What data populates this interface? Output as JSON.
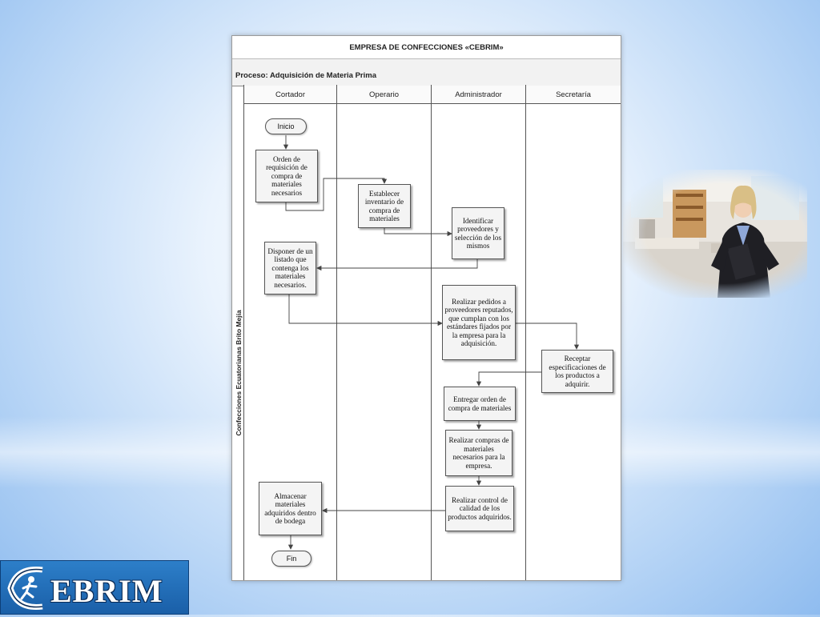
{
  "document": {
    "title": "EMPRESA DE CONFECCIONES «CEBRIM»",
    "process": "Proceso: Adquisición de Materia Prima",
    "pool": "Confecciones Ecuatorianas Brito Mejía",
    "lanes": [
      "Cortador",
      "Operario",
      "Administrador",
      "Secretaría"
    ],
    "nodes": {
      "inicio": "Inicio",
      "orden": "Orden de requisición de compra de materiales necesarios",
      "establecer": "Establecer inventario de compra de materiales",
      "identificar": "Identificar proveedores y selección de los mismos",
      "disponer": "Disponer de un listado que contenga los materiales necesarios.",
      "realizar_pedidos": "Realizar pedidos a proveedores reputados, que cumplan con los estándares fijados por la empresa para la adquisición.",
      "receptar": "Receptar especificaciones de los productos a adquirir.",
      "entregar": "Entregar orden de compra de materiales",
      "realizar_compras": "Realizar compras de materiales necesarios para la empresa.",
      "control": "Realizar control de calidad de los productos adquiridos.",
      "almacenar": "Almacenar materiales adquiridos dentro de bodega",
      "fin": "Fin"
    }
  },
  "logo": {
    "text": "EBRIM"
  },
  "colors": {
    "logo_bg": "#1a5fa8",
    "box_fill": "#f4f4f4",
    "line": "#444444"
  }
}
